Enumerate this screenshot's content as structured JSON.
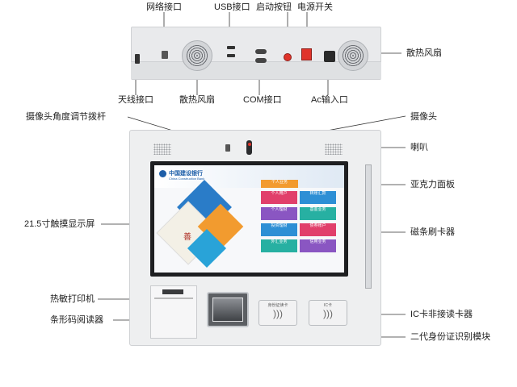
{
  "labels": {
    "network_port": "网络接口",
    "usb_port": "USB接口",
    "start_button": "启动按钮",
    "power_switch": "电源开关",
    "fan_right": "散热风扇",
    "antenna_port": "天线接口",
    "fan_left": "散热风扇",
    "com_port": "COM接口",
    "ac_input": "Ac输入口",
    "camera_adjust": "摄像头角度调节拨杆",
    "camera": "摄像头",
    "speaker": "喇叭",
    "acrylic_panel": "亚克力面板",
    "touch_screen": "21.5寸触摸显示屏",
    "card_reader": "磁条刷卡器",
    "thermal_printer": "热敏打印机",
    "barcode_reader": "条形码阅读器",
    "ic_reader": "IC卡非接读卡器",
    "id_module": "二代身份证识别模块"
  },
  "screen": {
    "bank_name": "中国建设银行",
    "bank_name_en": "China Construction Bank",
    "tiles": [
      "个人业务",
      "个人用户",
      "转账汇款",
      "个人理财",
      "基金业务",
      "投资理财",
      "债券账户",
      "外汇业务",
      "信用业务"
    ]
  },
  "device": {
    "rfid_left_label": "身份证读卡",
    "rfid_right_label": "IC卡"
  },
  "colors": {
    "accent": "#e0342b",
    "screen_blue": "#1d5ea8"
  }
}
